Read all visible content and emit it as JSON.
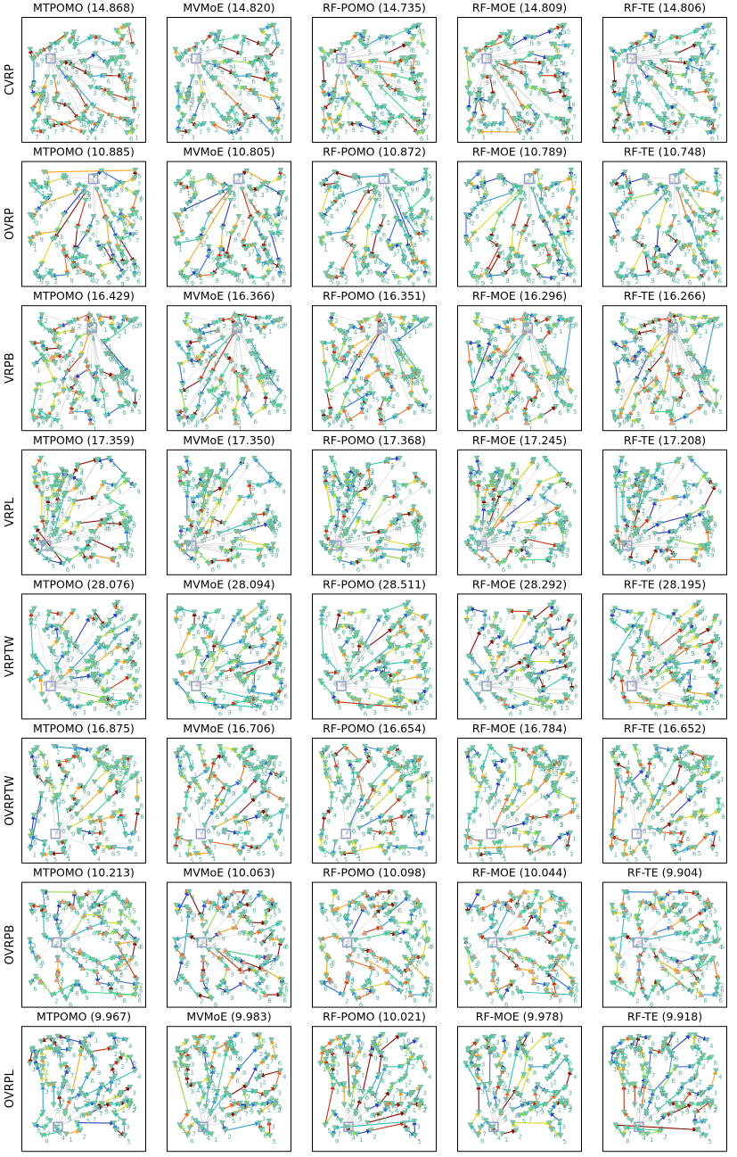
{
  "chart_data": {
    "type": "grid",
    "rows": [
      "CVRP",
      "OVRP",
      "VRPB",
      "VRPL",
      "VRPTW",
      "OVRPTW",
      "OVRPB",
      "OVRPL"
    ],
    "cols": [
      "MTPOMO",
      "MVMoE",
      "RF-POMO",
      "RF-MOE",
      "RF-TE"
    ],
    "depots": {
      "CVRP": [
        0.22,
        0.68
      ],
      "OVRP": [
        0.58,
        0.88
      ],
      "VRPB": [
        0.57,
        0.84
      ],
      "VRPL": [
        0.18,
        0.22
      ],
      "VRPTW": [
        0.22,
        0.25
      ],
      "OVRPTW": [
        0.26,
        0.22
      ],
      "OVRPB": [
        0.27,
        0.52
      ],
      "OVRPL": [
        0.28,
        0.18
      ]
    },
    "panels": [
      {
        "row": "CVRP",
        "cells": [
          {
            "model": "MTPOMO",
            "title": "MTPOMO (14.868)",
            "cost": 14.868
          },
          {
            "model": "MVMoE",
            "title": "MVMoE (14.820)",
            "cost": 14.82
          },
          {
            "model": "RF-POMO",
            "title": "RF-POMO (14.735)",
            "cost": 14.735
          },
          {
            "model": "RF-MOE",
            "title": "RF-MOE (14.809)",
            "cost": 14.809
          },
          {
            "model": "RF-TE",
            "title": "RF-TE (14.806)",
            "cost": 14.806
          }
        ]
      },
      {
        "row": "OVRP",
        "cells": [
          {
            "model": "MTPOMO",
            "title": "MTPOMO (10.885)",
            "cost": 10.885
          },
          {
            "model": "MVMoE",
            "title": "MVMoE (10.805)",
            "cost": 10.805
          },
          {
            "model": "RF-POMO",
            "title": "RF-POMO (10.872)",
            "cost": 10.872
          },
          {
            "model": "RF-MOE",
            "title": "RF-MOE (10.789)",
            "cost": 10.789
          },
          {
            "model": "RF-TE",
            "title": "RF-TE (10.748)",
            "cost": 10.748
          }
        ]
      },
      {
        "row": "VRPB",
        "cells": [
          {
            "model": "MTPOMO",
            "title": "MTPOMO (16.429)",
            "cost": 16.429
          },
          {
            "model": "MVMoE",
            "title": "MVMoE (16.366)",
            "cost": 16.366
          },
          {
            "model": "RF-POMO",
            "title": "RF-POMO (16.351)",
            "cost": 16.351
          },
          {
            "model": "RF-MOE",
            "title": "RF-MOE (16.296)",
            "cost": 16.296
          },
          {
            "model": "RF-TE",
            "title": "RF-TE (16.266)",
            "cost": 16.266
          }
        ]
      },
      {
        "row": "VRPL",
        "cells": [
          {
            "model": "MTPOMO",
            "title": "MTPOMO (17.359)",
            "cost": 17.359
          },
          {
            "model": "MVMoE",
            "title": "MVMoE (17.350)",
            "cost": 17.35
          },
          {
            "model": "RF-POMO",
            "title": "RF-POMO (17.368)",
            "cost": 17.368
          },
          {
            "model": "RF-MOE",
            "title": "RF-MOE (17.245)",
            "cost": 17.245
          },
          {
            "model": "RF-TE",
            "title": "RF-TE (17.208)",
            "cost": 17.208
          }
        ]
      },
      {
        "row": "VRPTW",
        "cells": [
          {
            "model": "MTPOMO",
            "title": "MTPOMO (28.076)",
            "cost": 28.076
          },
          {
            "model": "MVMoE",
            "title": "MVMoE (28.094)",
            "cost": 28.094
          },
          {
            "model": "RF-POMO",
            "title": "RF-POMO (28.511)",
            "cost": 28.511
          },
          {
            "model": "RF-MOE",
            "title": "RF-MOE (28.292)",
            "cost": 28.292
          },
          {
            "model": "RF-TE",
            "title": "RF-TE (28.195)",
            "cost": 28.195
          }
        ]
      },
      {
        "row": "OVRPTW",
        "cells": [
          {
            "model": "MTPOMO",
            "title": "MTPOMO (16.875)",
            "cost": 16.875
          },
          {
            "model": "MVMoE",
            "title": "MVMoE (16.706)",
            "cost": 16.706
          },
          {
            "model": "RF-POMO",
            "title": "RF-POMO (16.654)",
            "cost": 16.654
          },
          {
            "model": "RF-MOE",
            "title": "RF-MOE (16.784)",
            "cost": 16.784
          },
          {
            "model": "RF-TE",
            "title": "RF-TE (16.652)",
            "cost": 16.652
          }
        ]
      },
      {
        "row": "OVRPB",
        "cells": [
          {
            "model": "MTPOMO",
            "title": "MTPOMO (10.213)",
            "cost": 10.213
          },
          {
            "model": "MVMoE",
            "title": "MVMoE (10.063)",
            "cost": 10.063
          },
          {
            "model": "RF-POMO",
            "title": "RF-POMO (10.098)",
            "cost": 10.098
          },
          {
            "model": "RF-MOE",
            "title": "RF-MOE (10.044)",
            "cost": 10.044
          },
          {
            "model": "RF-TE",
            "title": "RF-TE (9.904)",
            "cost": 9.904
          }
        ]
      },
      {
        "row": "OVRPL",
        "cells": [
          {
            "model": "MTPOMO",
            "title": "MTPOMO (9.967)",
            "cost": 9.967
          },
          {
            "model": "MVMoE",
            "title": "MVMoE (9.983)",
            "cost": 9.983
          },
          {
            "model": "RF-POMO",
            "title": "RF-POMO (10.021)",
            "cost": 10.021
          },
          {
            "model": "RF-MOE",
            "title": "RF-MOE (9.978)",
            "cost": 9.978
          },
          {
            "model": "RF-TE",
            "title": "RF-TE (9.918)",
            "cost": 9.918
          }
        ]
      }
    ],
    "colors": {
      "node_fill": "#7ec7a8",
      "node_stroke": "#4f9f8c",
      "node_label": "#5fae9c",
      "backhaul_fill": "#f59a7a",
      "depot": "#9aa3c8",
      "depot_link": "#c8c8c8",
      "route_palette": [
        "#2b3fbf",
        "#2f74d6",
        "#3a9fd6",
        "#2fc2b4",
        "#3fd38f",
        "#8fdc4a",
        "#d7d92e",
        "#f5a623",
        "#ee6a1f",
        "#c8300e",
        "#8b0d02"
      ]
    },
    "xlim": [
      0,
      1
    ],
    "ylim": [
      0,
      1
    ],
    "xticks": [],
    "yticks": [],
    "grid": false,
    "legend": "none"
  }
}
